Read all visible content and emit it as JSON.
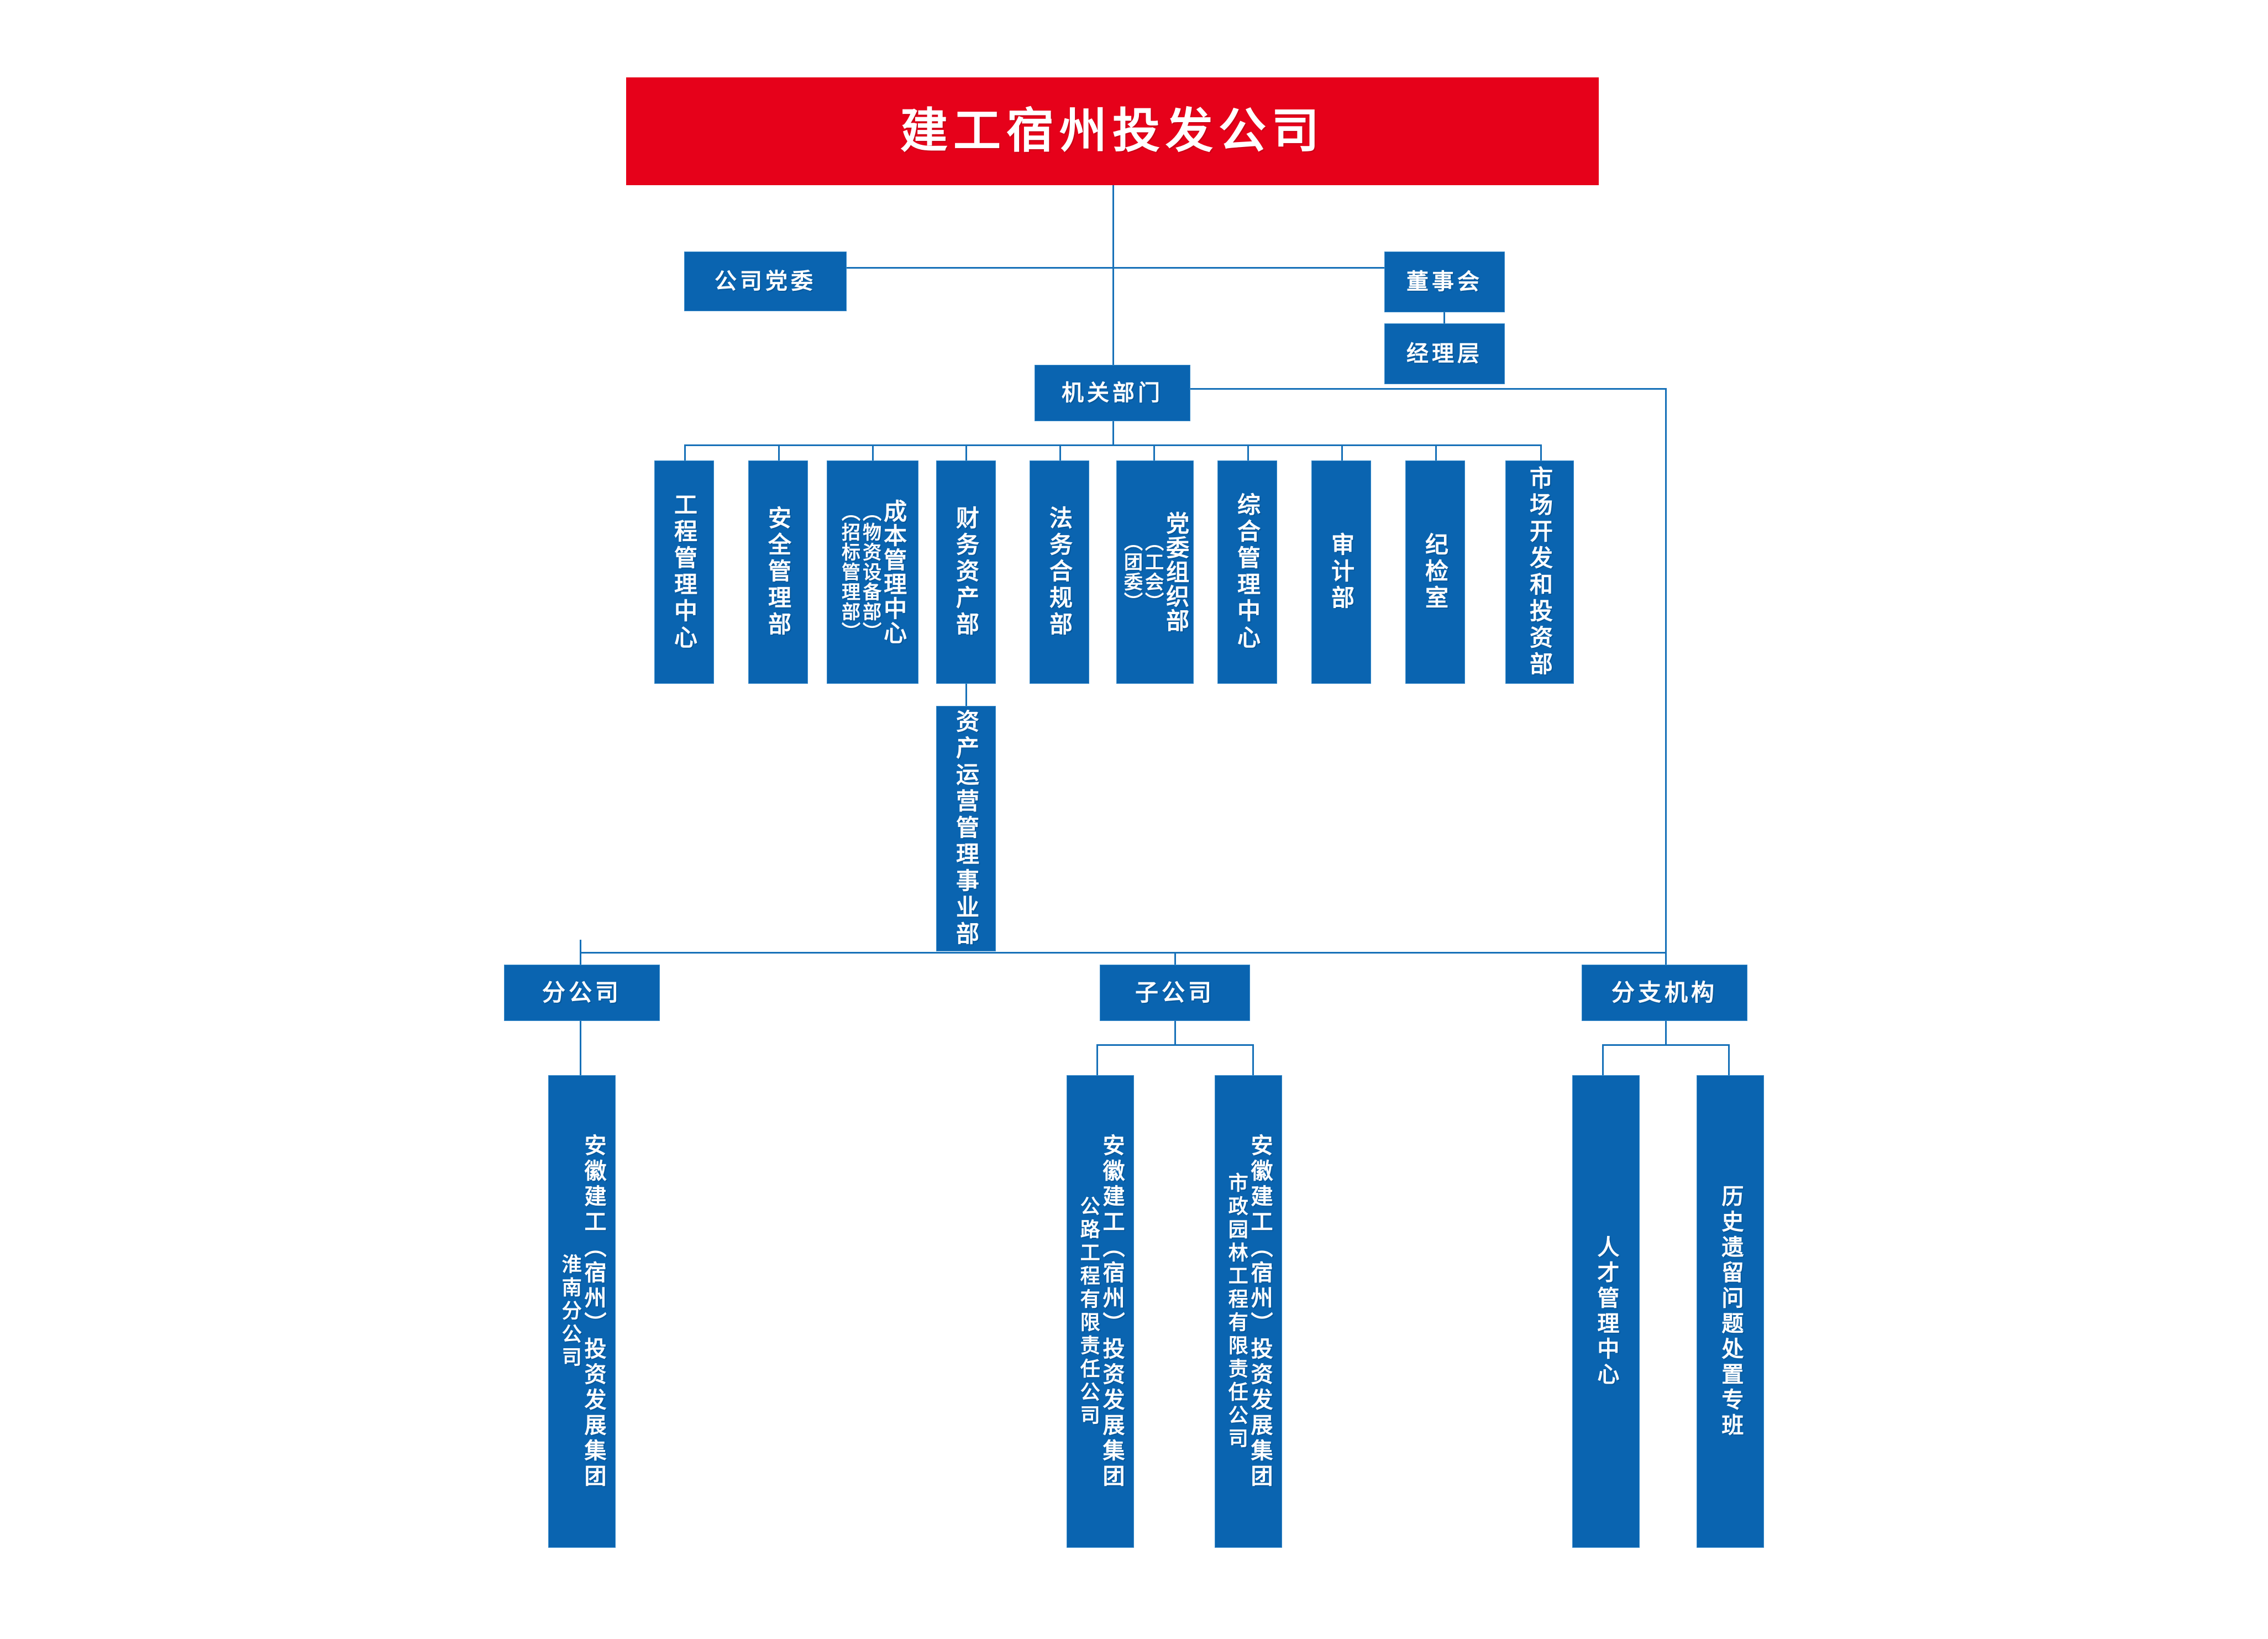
{
  "root": {
    "label": "建工宿州投发公司",
    "color": "#E6011A"
  },
  "theme": {
    "box_blue": "#0A64B0",
    "box_blue_border": "#3C8DCB",
    "line_blue": "#1670B8",
    "text_white": "#FFFFFF",
    "background": "#FFFFFF"
  },
  "level2": {
    "party_committee": "公司党委",
    "board_of_directors": "董事会",
    "management_layer": "经理层",
    "functional_departments": "机关部门"
  },
  "departments": [
    {
      "label": "工程管理中心",
      "columns": [
        "工程管理中心"
      ]
    },
    {
      "label": "安全管理部",
      "columns": [
        "安全管理部"
      ]
    },
    {
      "label": "成本管理中心（物资设备部）（招标管理部）",
      "columns": [
        "成本管理中心",
        "（物资设备部）",
        "（招标管理部）"
      ]
    },
    {
      "label": "财务资产部",
      "columns": [
        "财务资产部"
      ]
    },
    {
      "label": "法务合规部",
      "columns": [
        "法务合规部"
      ]
    },
    {
      "label": "党委组织部（团委）（工会）",
      "columns": [
        "党委组织部",
        "（团委）",
        "（工会）"
      ]
    },
    {
      "label": "综合管理中心",
      "columns": [
        "综合管理中心"
      ]
    },
    {
      "label": "审计部",
      "columns": [
        "审计部"
      ]
    },
    {
      "label": "纪检室",
      "columns": [
        "纪检室"
      ]
    },
    {
      "label": "市场开发和投资部",
      "columns": [
        "市场开发和投资部"
      ]
    }
  ],
  "sub_department": {
    "label": "资产运营管理事业部",
    "parent": "财务资产部"
  },
  "groups": [
    {
      "label": "分公司",
      "children": [
        {
          "main": "安徽建工（宿州）投资发展集团",
          "sub": "淮南分公司"
        }
      ]
    },
    {
      "label": "子公司",
      "children": [
        {
          "main": "安徽建工（宿州）投资发展集团",
          "sub": "公路工程有限责任公司"
        },
        {
          "main": "安徽建工（宿州）投资发展集团",
          "sub": "市政园林工程有限责任公司"
        }
      ]
    },
    {
      "label": "分支机构",
      "children": [
        {
          "main": "人才管理中心",
          "sub": ""
        },
        {
          "main": "历史遗留问题处置专班",
          "sub": ""
        }
      ]
    }
  ]
}
